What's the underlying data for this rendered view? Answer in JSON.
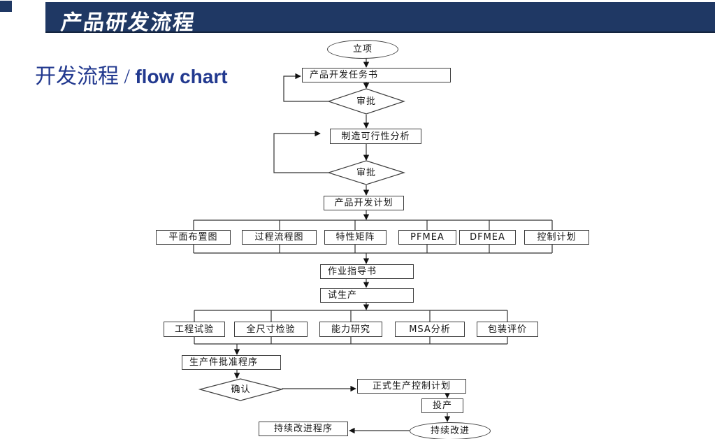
{
  "header": {
    "title": "产品研发流程"
  },
  "subtitle": {
    "text_cjk": "开发流程 / ",
    "text_latin": "flow chart"
  },
  "colors": {
    "header_bg": "#1f3864",
    "subtitle_text": "#22398f",
    "node_border": "#3f3f3f",
    "connector": "#333333",
    "background": "#ffffff"
  },
  "flowchart": {
    "nodes": {
      "lixiang": "立项",
      "renwushu": "产品开发任务书",
      "shenpi1": "审批",
      "kexingxing": "制造可行性分析",
      "shenpi2": "审批",
      "kaifajihua": "产品开发计划",
      "pingmian": "平面布置图",
      "guocheng": "过程流程图",
      "texing": "特性矩阵",
      "pfmea": "PFMEA",
      "dfmea": "DFMEA",
      "kongzhi": "控制计划",
      "zuoye": "作业指导书",
      "shishengchan": "试生产",
      "gongcheng": "工程试验",
      "quanchicun": "全尺寸检验",
      "nengli": "能力研究",
      "msa": "MSA分析",
      "baozhuang": "包装评价",
      "pizhun": "生产件批准程序",
      "queren": "确认",
      "zhengshi": "正式生产控制计划",
      "touchan": "投产",
      "chixu": "持续改进",
      "chixuchengxu": "持续改进程序"
    },
    "edges": [
      "lixiang→renwushu",
      "renwushu→shenpi1",
      "shenpi1→renwushu(返回)",
      "shenpi1→kexingxing",
      "kexingxing→shenpi2",
      "shenpi2→kexingxing(返回)",
      "shenpi2→kaifajihua",
      "kaifajihua→{pingmian,guocheng,texing,pfmea,dfmea,kongzhi}",
      "{row1}→zuoye",
      "zuoye→shishengchan",
      "shishengchan→{gongcheng,quanchicun,nengli,msa,baozhuang}",
      "{row2}→pizhun",
      "pizhun→queren",
      "queren→zhengshi",
      "zhengshi→touchan",
      "touchan→chixu",
      "chixu→chixuchengxu"
    ]
  }
}
